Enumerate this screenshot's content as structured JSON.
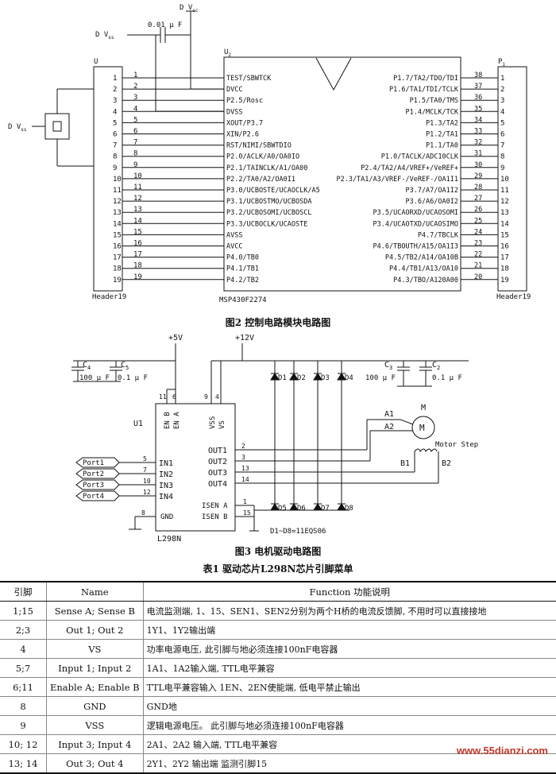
{
  "fig2": {
    "caption": "图2 控制电路模块电路图",
    "dvcc": "D V",
    "dvcc_sub": "cc",
    "dvss_top": "D V",
    "dvss_top_sub": "ss",
    "cap_value": "0.01 μ F",
    "dvss_xtal": "D V",
    "dvss_xtal_sub": "ss",
    "header_left_label": "U",
    "header_left_name": "Header19",
    "header_right_label": "P",
    "header_right_sub": "1",
    "header_right_name": "Header19",
    "chip_label": "U",
    "chip_label_sub": "2",
    "chip_name": "MSP430F2274",
    "left_pins": [
      "TEST/SBWTCK",
      "DVCC",
      "P2.5/Rosc",
      "DVSS",
      "XOUT/P3.7",
      "XIN/P2.6",
      "RST/NIMI/SBWTDIO",
      "P2.0/ACLK/A0/OA0IO",
      "P2.1/TAINCLK/A1/OA00",
      "P2.2/TA0/A2/OA0I1",
      "P3.0/UCBOSTE/UCAOCLK/A5",
      "P3.1/UCBOSTMO/UCBOSDA",
      "P3.2/UCBOSOMI/UCBOSCL",
      "P3.3/UCBOCLK/UCAOSTE",
      "AVSS",
      "AVCC",
      "P4.0/TB0",
      "P4.1/TB1",
      "P4.2/TB2"
    ],
    "right_pins": [
      "P1.7/TA2/TDO/TDI",
      "P1.6/TA1/TDI/TCLK",
      "P1.5/TA0/TMS",
      "P1.4/MCLK/TCK",
      "P1.3/TA2",
      "P1.2/TA1",
      "P1.1/TA0",
      "P1.0/TACLK/ADC10CLK",
      "P2.4/TA2/A4/VREF+/VeREF+",
      "P2.3/TA1/A3/VREF-/VeREF-/OA1I1",
      "P3.7/A7/OA1I2",
      "P3.6/A6/OA0I2",
      "P3.5/UCAORXD/UCAOSOMI",
      "P3.4/UCAOTXD/UCAOSIMO",
      "P4.7/TBCLK",
      "P4.6/TBOUTH/A15/OA1I3",
      "P4.5/TB2/A14/OA10B",
      "P4.4/TB1/A13/OA10",
      "P4.3/TBO/A120A00"
    ],
    "right_pin_nums": [
      "38",
      "37",
      "36",
      "35",
      "34",
      "33",
      "32",
      "31",
      "30",
      "29",
      "28",
      "27",
      "26",
      "25",
      "24",
      "23",
      "22",
      "21",
      "20"
    ],
    "header_nums": [
      "1",
      "2",
      "3",
      "4",
      "5",
      "6",
      "7",
      "8",
      "9",
      "10",
      "11",
      "12",
      "13",
      "14",
      "15",
      "16",
      "17",
      "18",
      "19"
    ]
  },
  "fig3": {
    "caption": "图3 电机驱动电路图",
    "v5": "+5V",
    "v12": "+12V",
    "c4": "C",
    "c4_sub": "4",
    "c4_val": "100 μ F",
    "c5": "C",
    "c5_sub": "5",
    "c5_val": "0.1 μ F",
    "c3": "C",
    "c3_sub": "3",
    "c3_val": "100 μ F",
    "c2": "C",
    "c2_sub": "2",
    "c2_val": "0.1 μ F",
    "u1": "U1",
    "chip": "L298N",
    "ena": "EN A",
    "enb": "EN B",
    "vss": "VSS",
    "vs": "VS",
    "pin_enb": "11",
    "pin_ena": "6",
    "pin_vss": "9",
    "pin_vs": "4",
    "inputs": [
      {
        "port": "Port1",
        "pin": "5",
        "name": "IN1"
      },
      {
        "port": "Port2",
        "pin": "7",
        "name": "IN2"
      },
      {
        "port": "Port3",
        "pin": "10",
        "name": "IN3"
      },
      {
        "port": "Port4",
        "pin": "12",
        "name": "IN4"
      }
    ],
    "outputs": [
      {
        "name": "OUT1",
        "pin": "2"
      },
      {
        "name": "OUT2",
        "pin": "3"
      },
      {
        "name": "OUT3",
        "pin": "13"
      },
      {
        "name": "OUT4",
        "pin": "14"
      }
    ],
    "isena": "ISEN A",
    "isenb": "ISEN B",
    "pin_isena": "1",
    "pin_isenb": "15",
    "gnd": "GND",
    "pin_gnd": "8",
    "diodes_top": [
      "D1",
      "D2",
      "D3",
      "D4"
    ],
    "diodes_bottom": [
      "D5",
      "D6",
      "D7",
      "D8"
    ],
    "diode_note": "D1~D8=11EQS06",
    "motor_m": "M",
    "motor_step": "Motor Step",
    "a1": "A1",
    "a2": "A2",
    "b1": "B1",
    "b2": "B2"
  },
  "table": {
    "caption": "表1   驱动芯片L298N芯片引脚菜单",
    "headers": [
      "引脚",
      "Name",
      "Function 功能说明"
    ],
    "rows": [
      [
        "1;15",
        "Sense A; Sense B",
        "电流监测端, 1、15、SEN1、SEN2分别为两个H桥的电流反馈脚, 不用时可以直接接地"
      ],
      [
        "2;3",
        "Out 1; Out 2",
        "1Y1、1Y2输出端"
      ],
      [
        "4",
        "VS",
        "功率电源电压, 此引脚与地必须连接100nF电容器"
      ],
      [
        "5;7",
        "Input 1; Input 2",
        "1A1、1A2输入端, TTL电平兼容"
      ],
      [
        "6;11",
        "Enable A; Enable B",
        "TTL电平兼容输入 1EN、2EN使能端, 低电平禁止输出"
      ],
      [
        "8",
        "GND",
        "GND地"
      ],
      [
        "9",
        "VSS",
        "逻辑电源电压。 此引脚与地必须连接100nF电容器"
      ],
      [
        "10; 12",
        "Input 3; Input 4",
        "2A1、2A2 输入端, TTL电平兼容"
      ],
      [
        "13; 14",
        "Out 3; Out 4",
        "2Y1、2Y2 输出端 监测引脚15"
      ]
    ]
  },
  "watermark": "www.55dianzi.com"
}
